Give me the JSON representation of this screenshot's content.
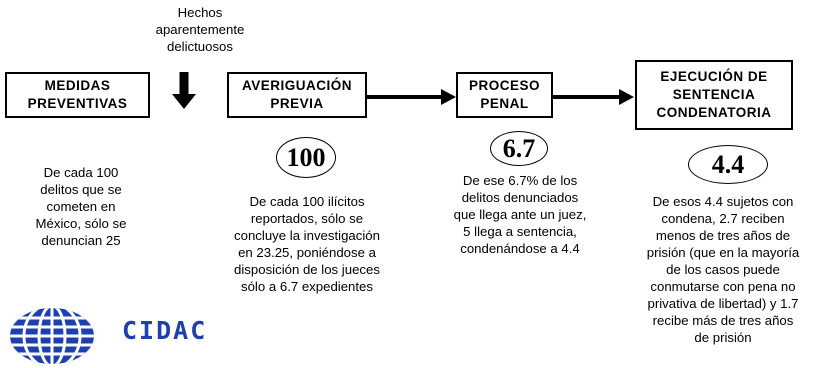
{
  "colors": {
    "line": "#000000",
    "logo": "#1f3fb0"
  },
  "hechos": {
    "line1": "Hechos",
    "line2": "aparentemente",
    "line3": "delictuosos"
  },
  "boxes": [
    {
      "line1": "MEDIDAS",
      "line2": "PREVENTIVAS"
    },
    {
      "line1": "AVERIGUACIÓN",
      "line2": "PREVIA"
    },
    {
      "line1": "PROCESO",
      "line2": "PENAL"
    },
    {
      "line1": "EJECUCIÓN DE",
      "line2": "SENTENCIA",
      "line3": "CONDENATORIA"
    }
  ],
  "ovals": [
    "100",
    "6.7",
    "4.4"
  ],
  "descriptions": [
    [
      "De cada 100",
      "delitos que se",
      "cometen en",
      "México, sólo se",
      "denuncian 25"
    ],
    [
      "De cada 100 ilícitos",
      "reportados, sólo se",
      "concluye la investigación",
      "en 23.25, poniéndose a",
      "disposición de los jueces",
      "sólo a 6.7 expedientes"
    ],
    [
      "De ese 6.7% de los",
      "delitos denunciados",
      "que llega ante un juez,",
      "5 llega a sentencia,",
      "condenándose a 4.4"
    ],
    [
      "De esos 4.4 sujetos con",
      "condena, 2.7 reciben",
      "menos de tres años de",
      "prisión (que en la mayoría",
      "de los casos puede",
      "conmutarse con pena no",
      "privativa de libertad) y 1.7",
      "recibe más de tres años",
      "de prisión"
    ]
  ],
  "logo": {
    "icon": "globe-logo-icon",
    "text": "CIDAC"
  }
}
